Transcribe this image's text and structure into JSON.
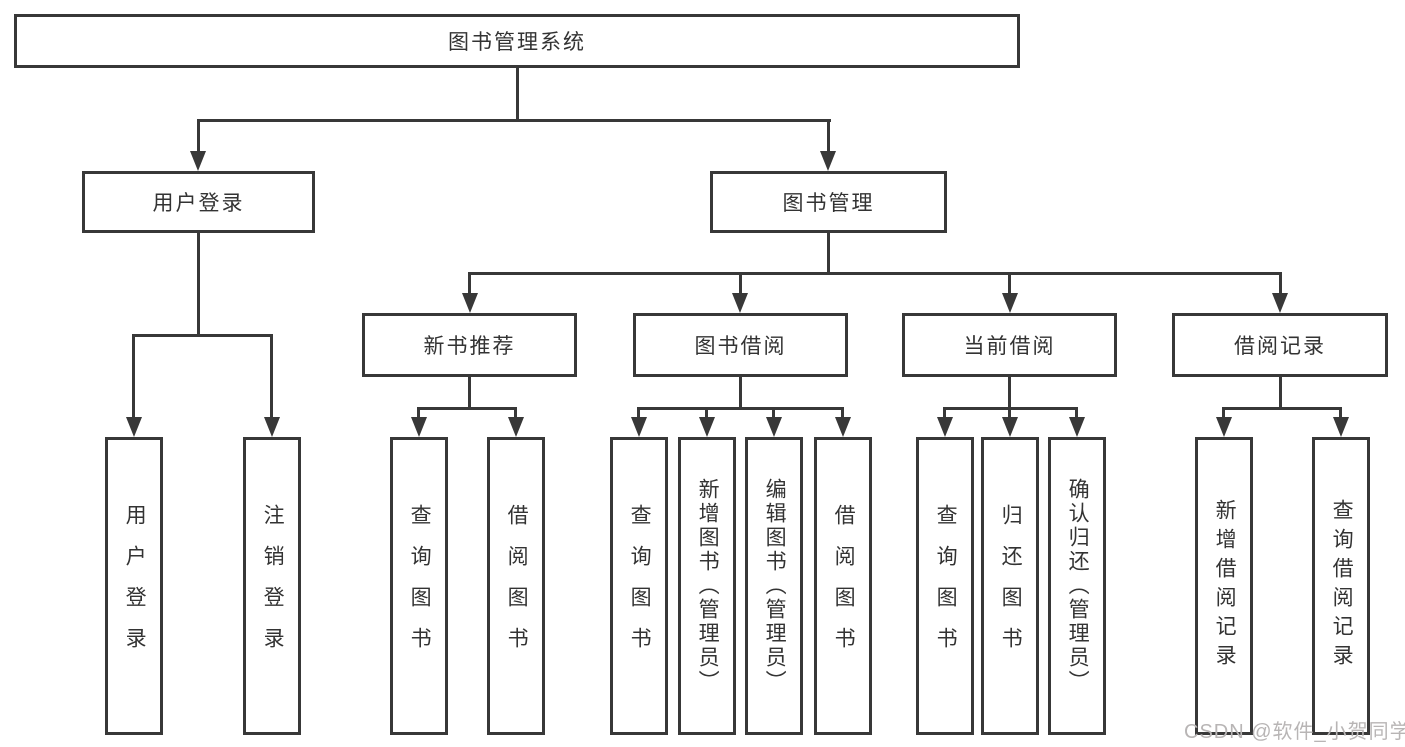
{
  "diagram": {
    "type": "tree",
    "root": {
      "label": "图书管理系统"
    },
    "branches": [
      {
        "label": "用户登录",
        "leaves": [
          {
            "label": "用户登录"
          },
          {
            "label": "注销登录"
          }
        ]
      },
      {
        "label": "图书管理",
        "subbranches": [
          {
            "label": "新书推荐",
            "leaves": [
              {
                "label": "查询图书"
              },
              {
                "label": "借阅图书"
              }
            ]
          },
          {
            "label": "图书借阅",
            "leaves": [
              {
                "label": "查询图书"
              },
              {
                "label": "新增图书（管理员）"
              },
              {
                "label": "编辑图书（管理员）"
              },
              {
                "label": "借阅图书"
              }
            ]
          },
          {
            "label": "当前借阅",
            "leaves": [
              {
                "label": "查询图书"
              },
              {
                "label": "归还图书"
              },
              {
                "label": "确认归还（管理员）"
              }
            ]
          },
          {
            "label": "借阅记录",
            "leaves": [
              {
                "label": "新增借阅记录"
              },
              {
                "label": "查询借阅记录"
              }
            ]
          }
        ]
      }
    ]
  },
  "colors": {
    "line": "#383838",
    "box_border": "#383838",
    "text": "#333333",
    "watermark": "#b8b5b5",
    "background": "#ffffff"
  },
  "watermark": {
    "text": "CSDN @软件_小贺同学"
  }
}
